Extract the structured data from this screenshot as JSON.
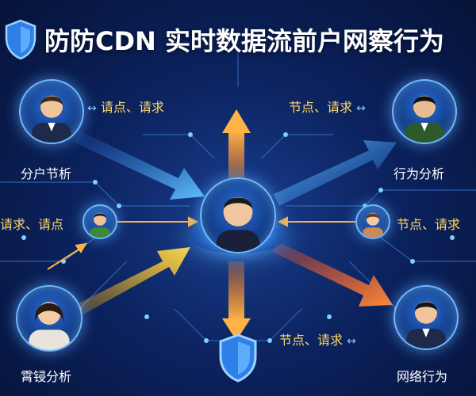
{
  "header": {
    "title": "防防CDN 实时数据流前户网察行为"
  },
  "nodes": {
    "top_left": {
      "label": "分户节析",
      "link_text": "请点、请求"
    },
    "top_right": {
      "label": "行为分析",
      "link_text": "节点、请求"
    },
    "mid_left": {
      "link_text": "请求、请点"
    },
    "mid_right": {
      "link_text": "节点、请求"
    },
    "bottom_left": {
      "label": "霄锓分析"
    },
    "bottom_right": {
      "label": "网络行为",
      "link_text": "节点、请求"
    }
  },
  "colors": {
    "background": "#0c2360",
    "accent_blue": "#3aa0ff",
    "accent_orange": "#ff9a2e",
    "label_gold": "#ffd966"
  }
}
